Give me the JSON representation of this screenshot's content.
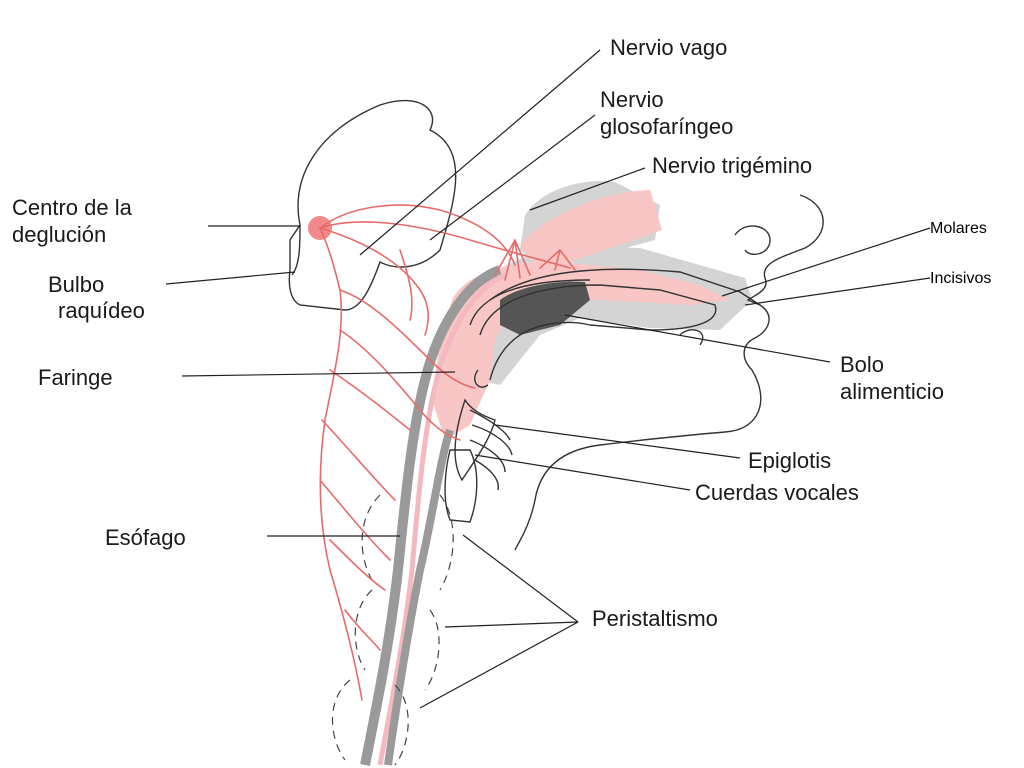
{
  "labels": {
    "nervio_vago": "Nervio vago",
    "nervio_glosofaringeo_1": "Nervio",
    "nervio_glosofaringeo_2": "glosofaríngeo",
    "nervio_trigemino": "Nervio trigémino",
    "centro_1": "Centro de la",
    "centro_2": "deglución",
    "bulbo_1": "Bulbo",
    "bulbo_2": "raquídeo",
    "faringe": "Faringe",
    "esofago": "Esófago",
    "bolo_1": "Bolo",
    "bolo_2": "alimenticio",
    "epiglotis": "Epiglotis",
    "cuerdas": "Cuerdas vocales",
    "peristaltismo": "Peristaltismo",
    "molares": "Molares",
    "incisivos": "Incisivos"
  },
  "colors": {
    "nerve": "#e86b6b",
    "pink_area": "#f9c6c6",
    "gray_area": "#d4d4d4",
    "bolus": "#555555",
    "esophagus": "#9a9a9a"
  }
}
